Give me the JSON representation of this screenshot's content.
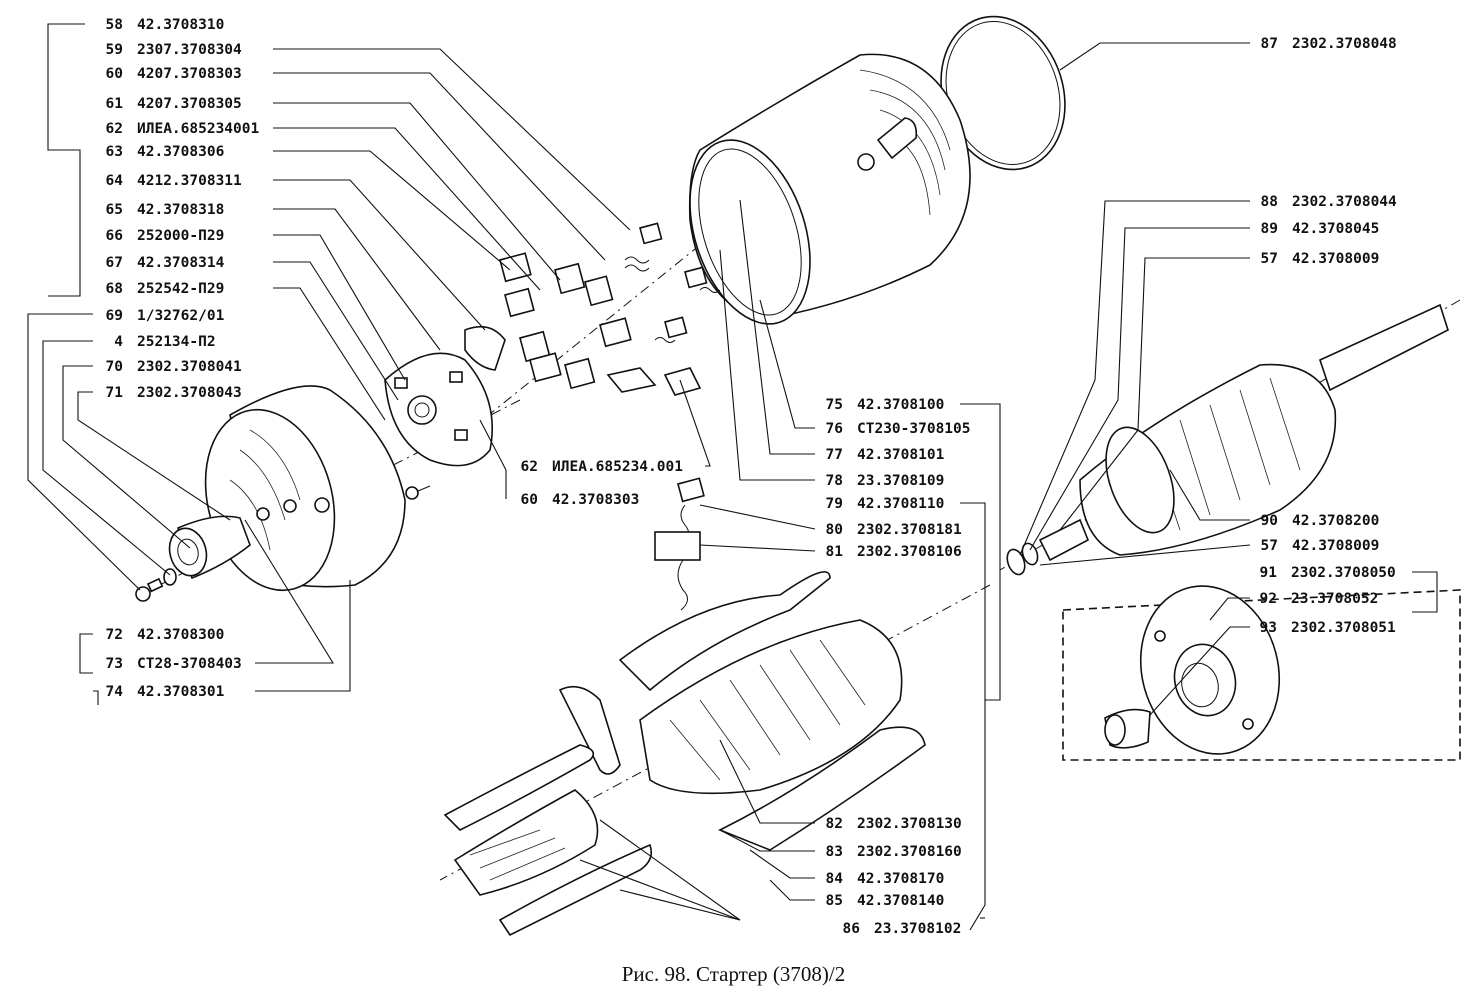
{
  "caption": "Рис. 98. Стартер (3708)/2",
  "labels": {
    "p58": {
      "num": "58",
      "code": "42.3708310"
    },
    "p59": {
      "num": "59",
      "code": "2307.3708304"
    },
    "p60a": {
      "num": "60",
      "code": "4207.3708303"
    },
    "p61": {
      "num": "61",
      "code": "4207.3708305"
    },
    "p62a": {
      "num": "62",
      "code": "ИЛЕА.685234001"
    },
    "p63": {
      "num": "63",
      "code": "42.3708306"
    },
    "p64": {
      "num": "64",
      "code": "4212.3708311"
    },
    "p65": {
      "num": "65",
      "code": "42.3708318"
    },
    "p66": {
      "num": "66",
      "code": "252000-П29"
    },
    "p67": {
      "num": "67",
      "code": "42.3708314"
    },
    "p68": {
      "num": "68",
      "code": "252542-П29"
    },
    "p69": {
      "num": "69",
      "code": "1/32762/01"
    },
    "p4": {
      "num": "4",
      "code": "252134-П2"
    },
    "p70": {
      "num": "70",
      "code": "2302.3708041"
    },
    "p71": {
      "num": "71",
      "code": "2302.3708043"
    },
    "p72": {
      "num": "72",
      "code": "42.3708300"
    },
    "p73": {
      "num": "73",
      "code": "СТ28-3708403"
    },
    "p74": {
      "num": "74",
      "code": "42.3708301"
    },
    "p62b": {
      "num": "62",
      "code": "ИЛЕА.685234.001"
    },
    "p60b": {
      "num": "60",
      "code": "42.3708303"
    },
    "p75": {
      "num": "75",
      "code": "42.3708100"
    },
    "p76": {
      "num": "76",
      "code": "СТ230-3708105"
    },
    "p77": {
      "num": "77",
      "code": "42.3708101"
    },
    "p78": {
      "num": "78",
      "code": "23.3708109"
    },
    "p79": {
      "num": "79",
      "code": "42.3708110"
    },
    "p80": {
      "num": "80",
      "code": "2302.3708181"
    },
    "p81": {
      "num": "81",
      "code": "2302.3708106"
    },
    "p82": {
      "num": "82",
      "code": "2302.3708130"
    },
    "p83": {
      "num": "83",
      "code": "2302.3708160"
    },
    "p84": {
      "num": "84",
      "code": "42.3708170"
    },
    "p85": {
      "num": "85",
      "code": "42.3708140"
    },
    "p86": {
      "num": "86",
      "code": "23.3708102"
    },
    "p87": {
      "num": "87",
      "code": "2302.3708048"
    },
    "p88": {
      "num": "88",
      "code": "2302.3708044"
    },
    "p89": {
      "num": "89",
      "code": "42.3708045"
    },
    "p57a": {
      "num": "57",
      "code": "42.3708009"
    },
    "p90": {
      "num": "90",
      "code": "42.3708200"
    },
    "p57b": {
      "num": "57",
      "code": "42.3708009"
    },
    "p91": {
      "num": "91",
      "code": "2302.3708050"
    },
    "p92": {
      "num": "92",
      "code": "23.3708052"
    },
    "p93": {
      "num": "93",
      "code": "2302.3708051"
    }
  }
}
